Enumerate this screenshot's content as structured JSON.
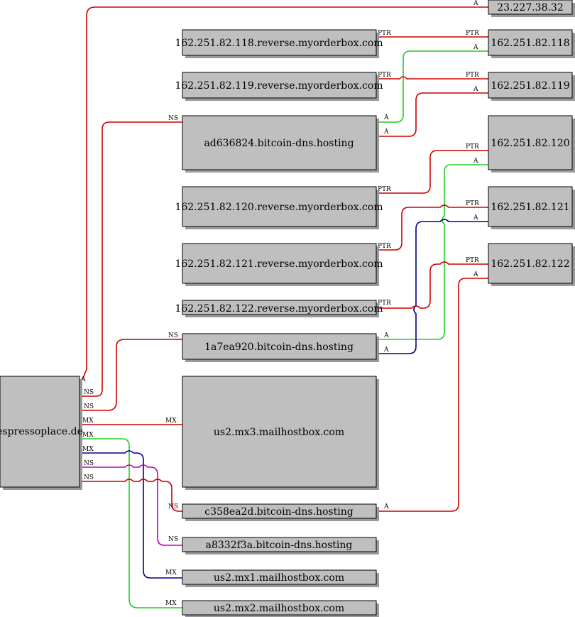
{
  "colors": {
    "red": "#cc0000",
    "green": "#22cc22",
    "blue": "#000088",
    "magenta": "#bb00bb"
  },
  "nodes": {
    "domain": "espressoplace.de",
    "ip_a": "23.227.38.32",
    "rev118": "162.251.82.118.reverse.myorderbox.com",
    "rev119": "162.251.82.119.reverse.myorderbox.com",
    "ns1": "ad636824.bitcoin-dns.hosting",
    "rev120": "162.251.82.120.reverse.myorderbox.com",
    "rev121": "162.251.82.121.reverse.myorderbox.com",
    "rev122": "162.251.82.122.reverse.myorderbox.com",
    "ns2": "1a7ea920.bitcoin-dns.hosting",
    "mx3": "us2.mx3.mailhostbox.com",
    "ns3": "c358ea2d.bitcoin-dns.hosting",
    "ns4": "a8332f3a.bitcoin-dns.hosting",
    "mx1": "us2.mx1.mailhostbox.com",
    "mx2": "us2.mx2.mailhostbox.com",
    "ip118": "162.251.82.118",
    "ip119": "162.251.82.119",
    "ip120": "162.251.82.120",
    "ip121": "162.251.82.121",
    "ip122": "162.251.82.122"
  },
  "edge_labels": {
    "a": "A",
    "ns": "NS",
    "mx": "MX",
    "ptr": "PTR"
  }
}
